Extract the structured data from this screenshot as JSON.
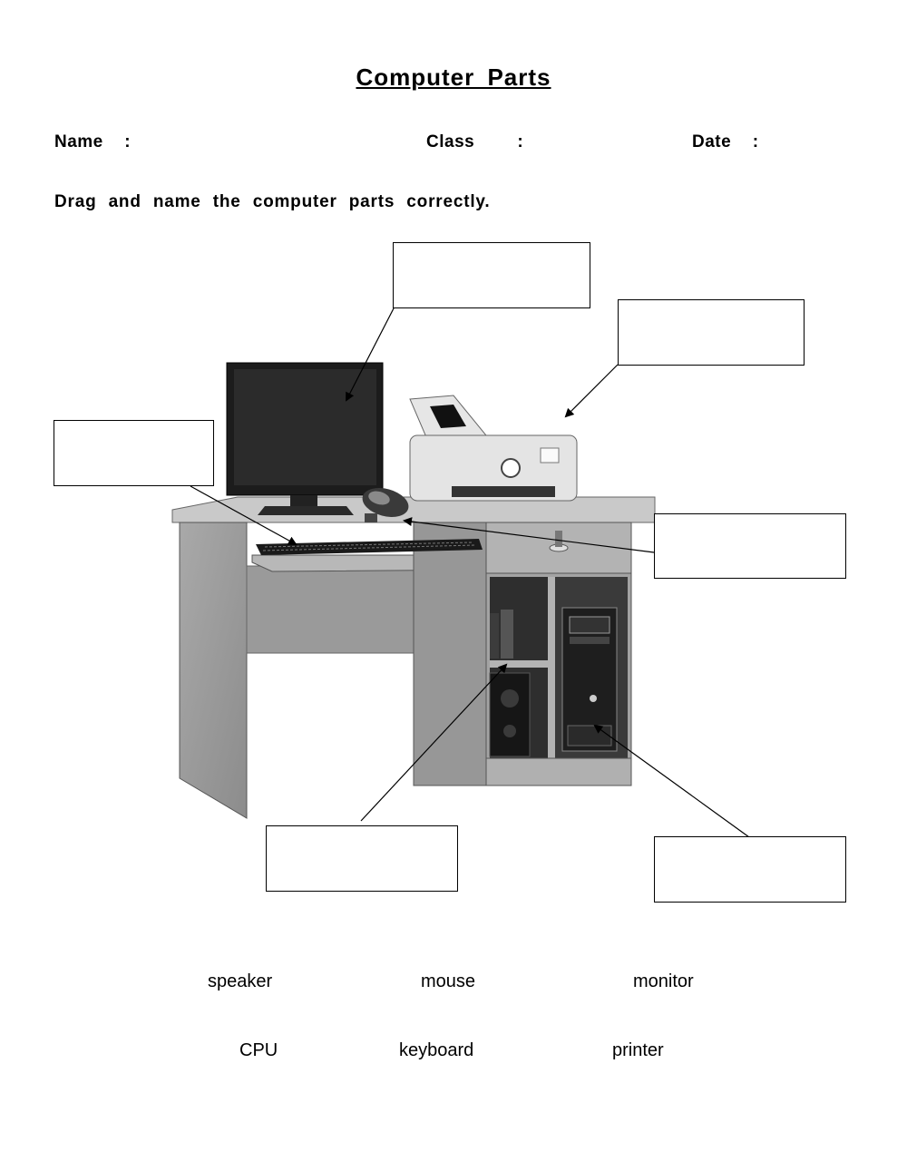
{
  "worksheet": {
    "title": "Computer  Parts",
    "fields": {
      "name": "Name  :",
      "class": "Class    :",
      "date": "Date  :"
    },
    "instruction": "Drag  and  name  the  computer  parts  correctly."
  },
  "word_bank": {
    "row1": [
      "speaker",
      "mouse",
      "monitor"
    ],
    "row2": [
      "CPU",
      "keyboard",
      "printer"
    ]
  },
  "answer_boxes": [
    "",
    "",
    "",
    "",
    "",
    ""
  ]
}
